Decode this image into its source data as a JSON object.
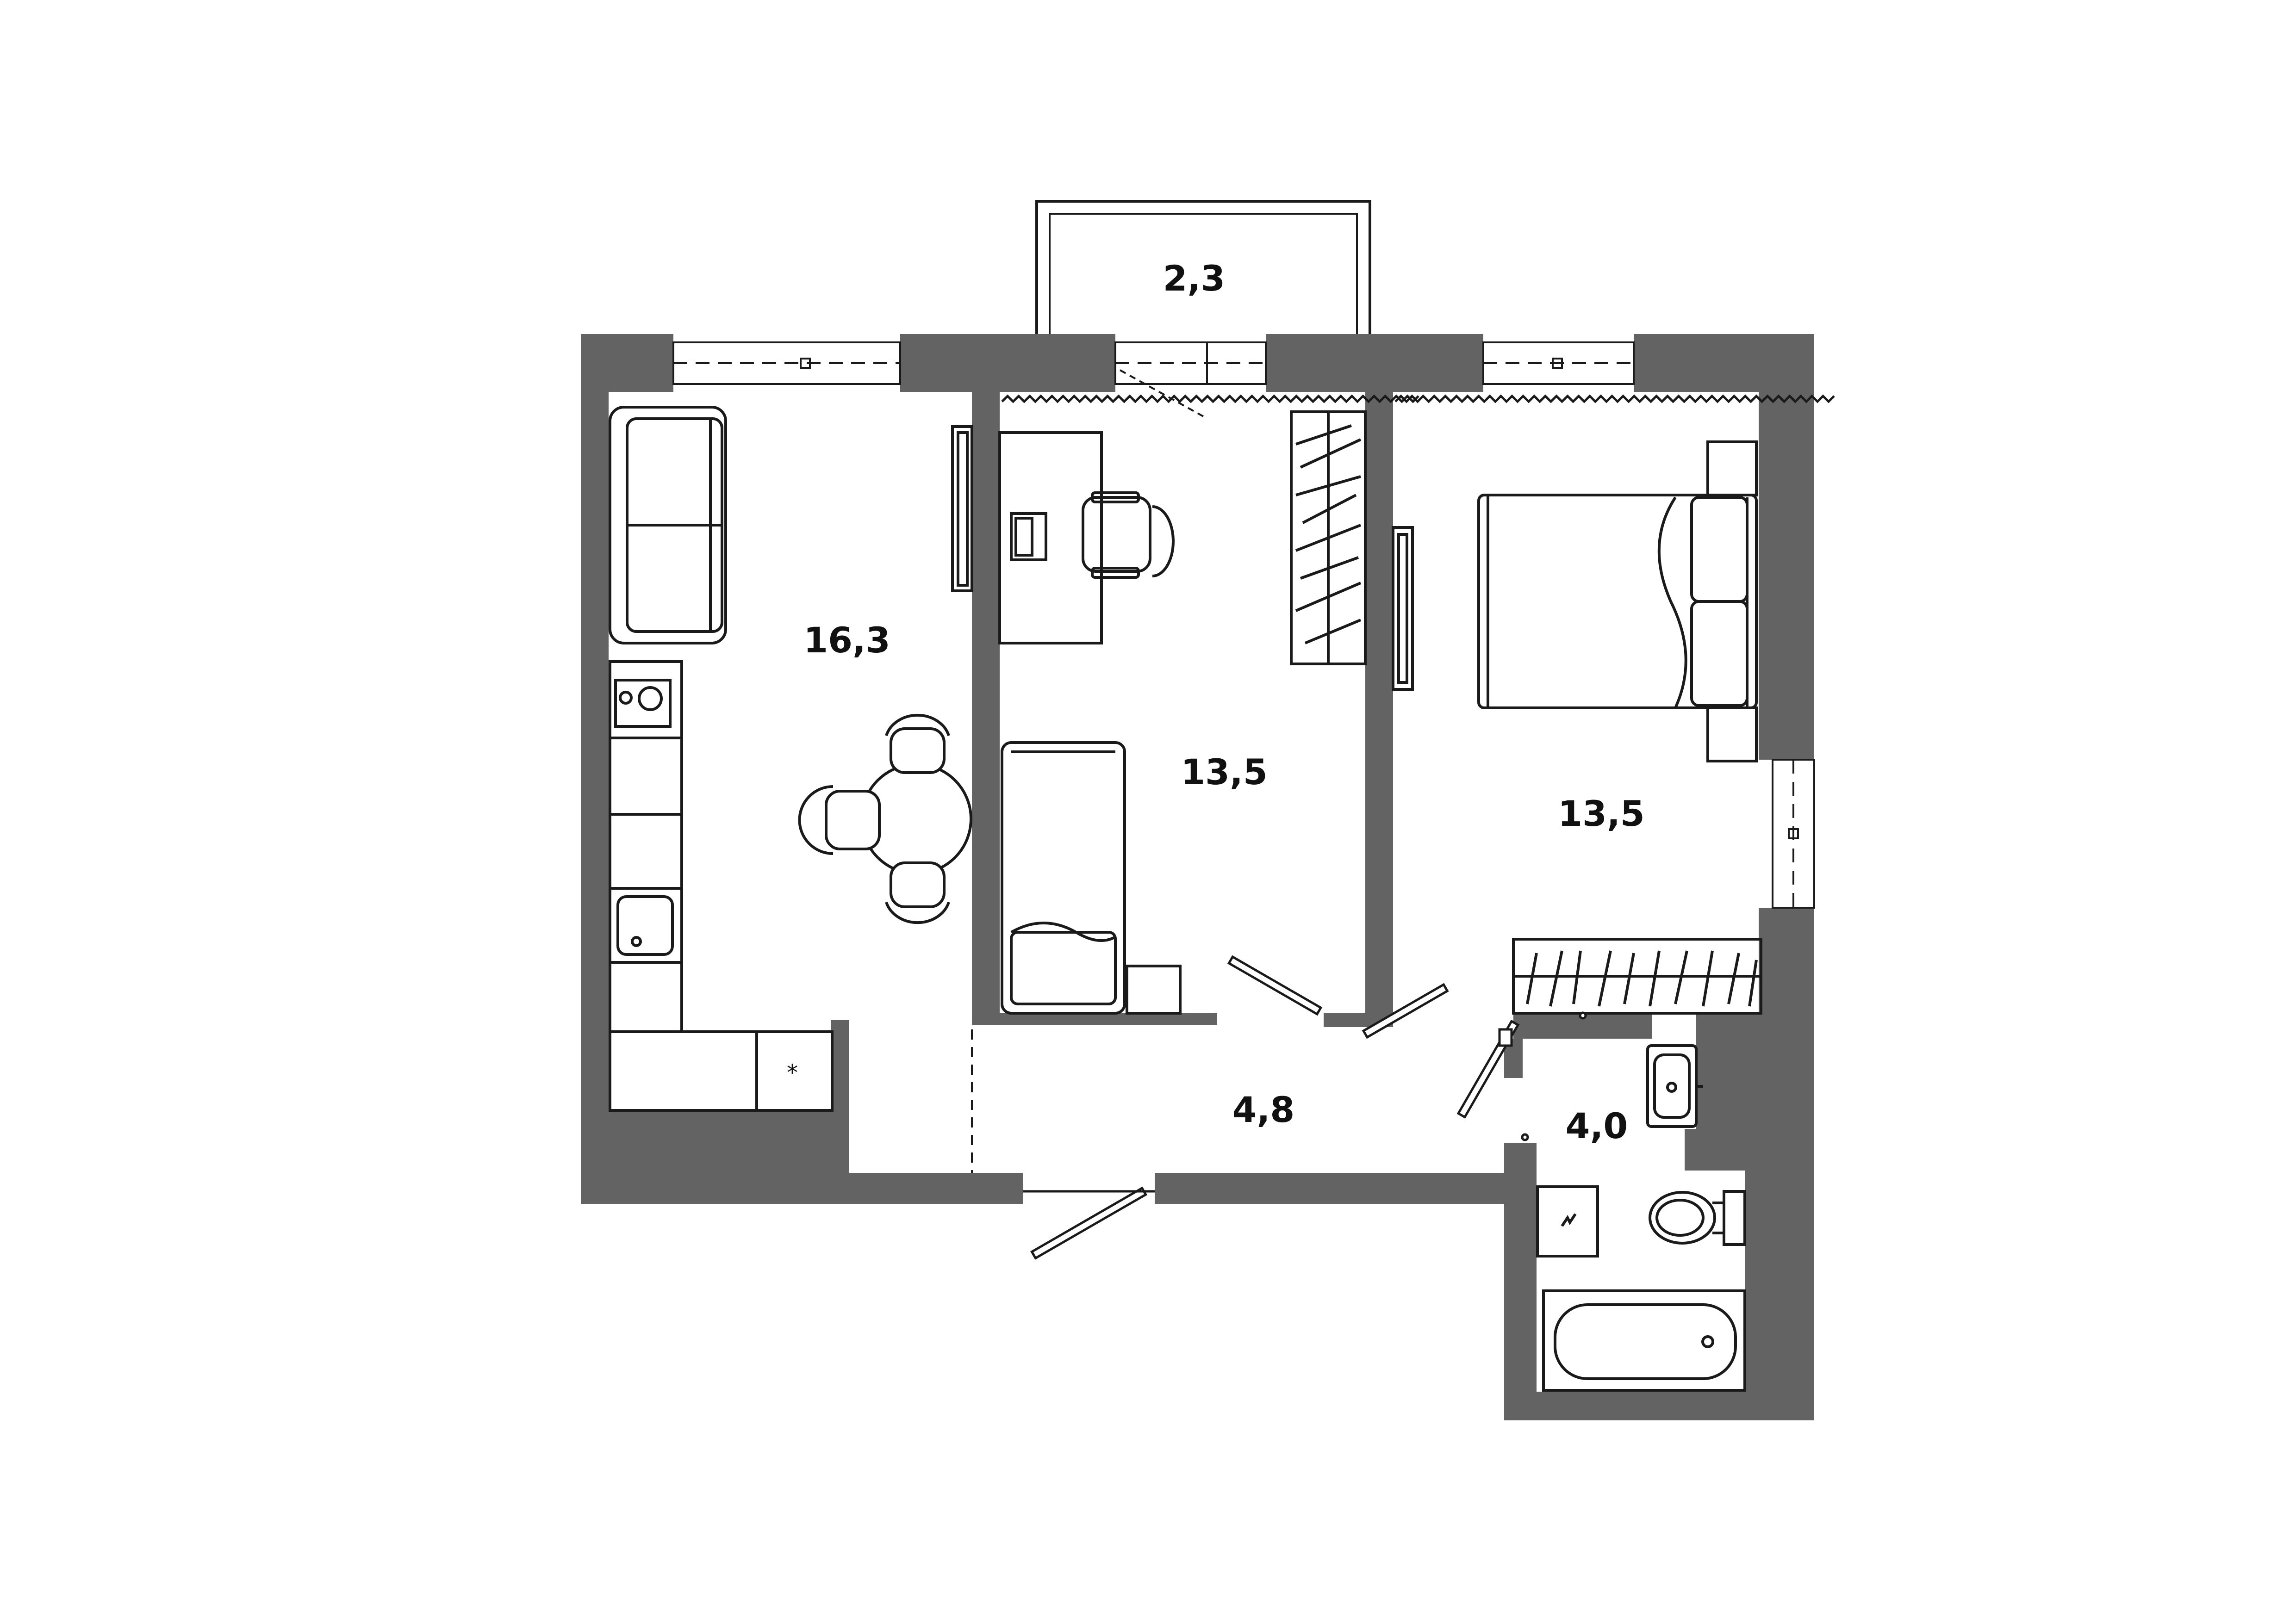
{
  "plan": {
    "colors": {
      "wall": "#636363",
      "line": "#1a1a1a",
      "fill": "#ffffff",
      "label": "#111111"
    },
    "rooms": [
      {
        "id": "balcony",
        "label": "2,3"
      },
      {
        "id": "kitchen-living",
        "label": "16,3"
      },
      {
        "id": "room-1",
        "label": "13,5"
      },
      {
        "id": "bedroom",
        "label": "13,5"
      },
      {
        "id": "hall",
        "label": "4,8"
      },
      {
        "id": "bathroom",
        "label": "4,0"
      }
    ],
    "kitchen_marker": "*",
    "icons": [
      "sofa-icon",
      "dining-table-icon",
      "hob-icon",
      "sink-icon",
      "desk-icon",
      "chair-icon",
      "bed-icon",
      "wardrobe-icon",
      "toilet-icon",
      "bathtub-icon",
      "washbasin-icon",
      "door-icon",
      "window-icon",
      "radiator-icon"
    ]
  }
}
